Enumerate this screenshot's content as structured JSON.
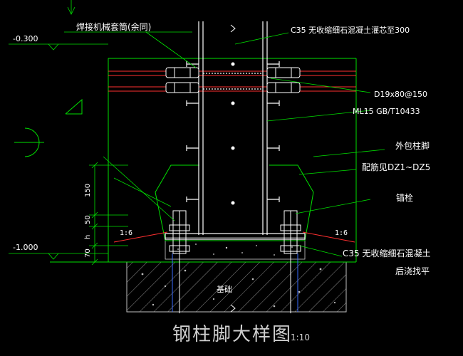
{
  "drawing": {
    "title": "钢柱脚大样图",
    "scale": "1:10"
  },
  "levels": {
    "top": "-0.300",
    "bottom": "-1.000"
  },
  "dimensions": {
    "d150": "150",
    "d50": "50",
    "dh": "h",
    "d70": "70"
  },
  "slopes": {
    "left": "1:6",
    "right": "1:6"
  },
  "labels": {
    "weld_sleeve": "焊接机械套筒(余同)",
    "c35_core": "C35 无收缩细石混凝土灌芯至300",
    "stud": "D19x80@150",
    "ml15": "ML15   GB/T10433",
    "encased": "外包柱脚",
    "rebar_ref": "配筋见DZ1~DZ5",
    "anchor": "锚栓",
    "c35_grout": "C35 无收缩细石混凝土",
    "post_pour": "后浇找平",
    "foundation": "基础"
  },
  "colors": {
    "line_green": "#00e000",
    "steel_white": "#ffffff",
    "rebar_red": "#ff3030",
    "edge_blue": "#3a6bff",
    "hatch_gray": "#9a9a9a",
    "title_gray": "#cfcfcf"
  }
}
